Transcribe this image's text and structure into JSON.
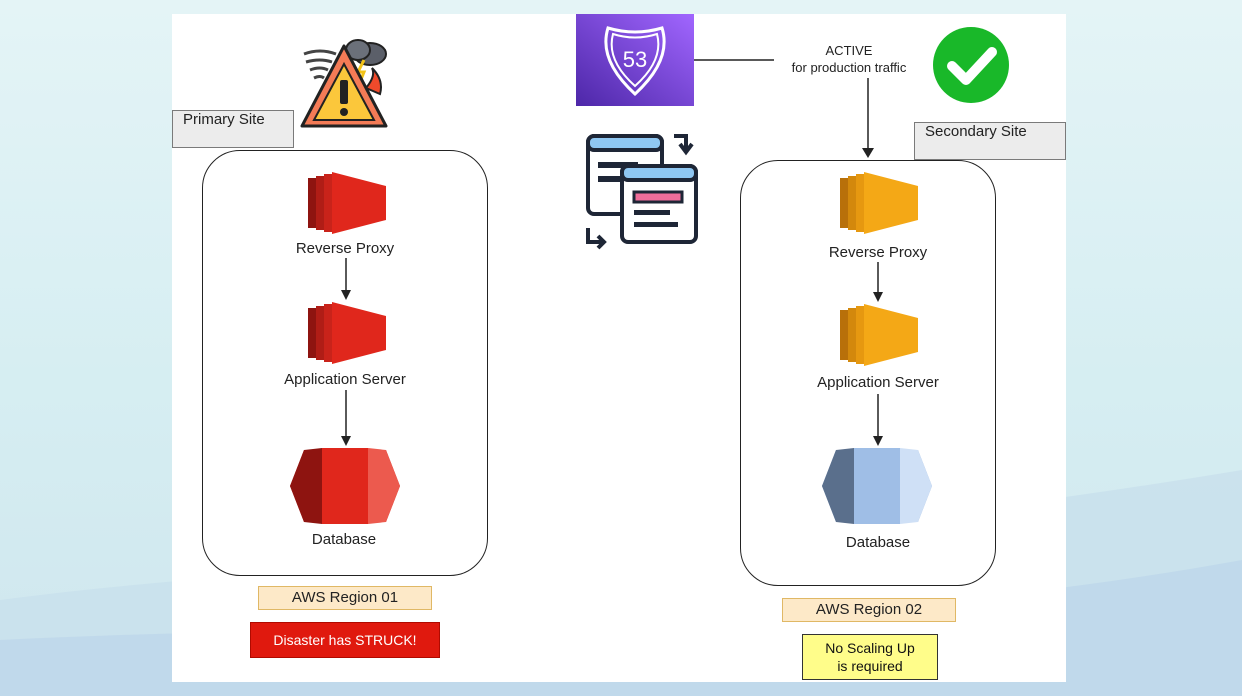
{
  "route53": {
    "number": "53"
  },
  "active": {
    "title": "ACTIVE",
    "subtitle": "for production traffic"
  },
  "primary": {
    "site_label": "Primary Site",
    "nodes": [
      "Reverse Proxy",
      "Application Server",
      "Database"
    ],
    "region": "AWS Region 01",
    "status": "Disaster has STRUCK!"
  },
  "secondary": {
    "site_label": "Secondary Site",
    "nodes": [
      "Reverse Proxy",
      "Application Server",
      "Database"
    ],
    "region": "AWS Region 02",
    "status_line1": "No Scaling Up",
    "status_line2": "is required"
  },
  "colors": {
    "primary_ec2": "#d9261c",
    "secondary_ec2": "#f3a313",
    "secondary_db": "#9fbee6",
    "check_green": "#19b829",
    "route53_purple": "#8b47e6"
  },
  "icons": [
    "disaster-warning-icon",
    "route53-icon",
    "replication-icon",
    "check-icon",
    "ec2-icon",
    "database-icon"
  ]
}
